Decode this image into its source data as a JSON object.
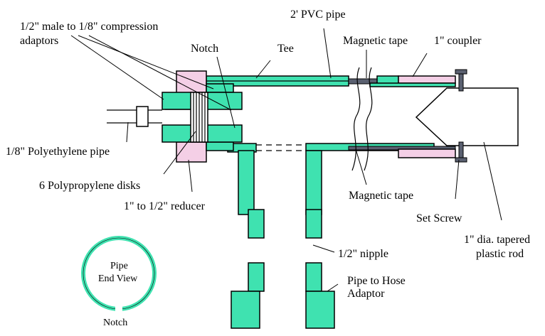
{
  "labels": {
    "adaptors_line1": "1/2\" male to 1/8\" compression",
    "adaptors_line2": "adaptors",
    "pvc_pipe": "2' PVC pipe",
    "notch_top": "Notch",
    "tee": "Tee",
    "magnetic_tape_top": "Magnetic tape",
    "coupler": "1\" coupler",
    "polyethylene_pipe": "1/8\" Polyethylene pipe",
    "disks": "6 Polypropylene disks",
    "reducer": "1\" to 1/2\" reducer",
    "magnetic_tape_bottom": "Magnetic tape",
    "set_screw": "Set Screw",
    "rod_line1": "1\" dia. tapered",
    "rod_line2": "plastic rod",
    "nipple": "1/2\" nipple",
    "hose_line1": "Pipe to Hose",
    "hose_line2": "Adaptor",
    "end_view_line1": "Pipe",
    "end_view_line2": "End View",
    "notch_bottom": "Notch"
  },
  "colors": {
    "pipe_green": "#3fe2b0",
    "fitting_pink": "#f4cfe6",
    "tape_dark": "#5a6070",
    "outline": "#000000"
  }
}
